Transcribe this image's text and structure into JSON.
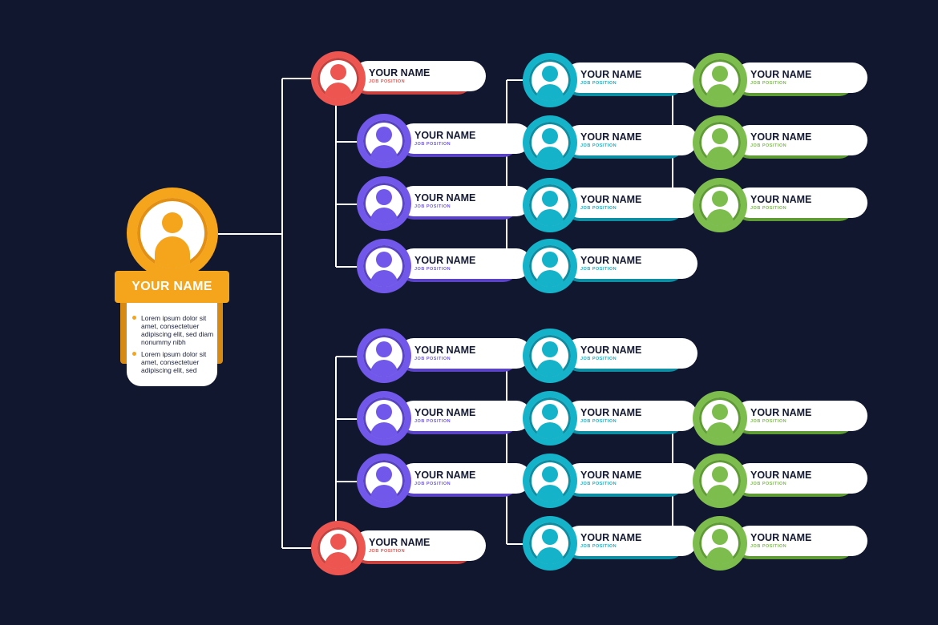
{
  "colors": {
    "background": "#11172f",
    "connector": "#ffffff",
    "root": "#f4a51c",
    "red": "#ec5550",
    "purple": "#7158ea",
    "teal": "#14b3c9",
    "green": "#7dbd4d"
  },
  "root": {
    "name": "YOUR NAME",
    "bullets": [
      "Lorem ipsum dolor sit amet, consectetuer adipiscing elit, sed diam nonummy nibh",
      "Lorem ipsum dolor sit amet, consectetuer adipiscing elit, sed"
    ],
    "icon": "person-icon"
  },
  "nodes": [
    {
      "name": "YOUR NAME",
      "position": "JOB POSITION",
      "color": "red"
    },
    {
      "name": "YOUR NAME",
      "position": "JOB POSITION",
      "color": "red"
    },
    {
      "name": "YOUR NAME",
      "position": "JOB POSITION",
      "color": "purple"
    },
    {
      "name": "YOUR NAME",
      "position": "JOB POSITION",
      "color": "purple"
    },
    {
      "name": "YOUR NAME",
      "position": "JOB POSITION",
      "color": "purple"
    },
    {
      "name": "YOUR NAME",
      "position": "JOB POSITION",
      "color": "purple"
    },
    {
      "name": "YOUR NAME",
      "position": "JOB POSITION",
      "color": "purple"
    },
    {
      "name": "YOUR NAME",
      "position": "JOB POSITION",
      "color": "purple"
    },
    {
      "name": "YOUR NAME",
      "position": "JOB POSITION",
      "color": "teal"
    },
    {
      "name": "YOUR NAME",
      "position": "JOB POSITION",
      "color": "teal"
    },
    {
      "name": "YOUR NAME",
      "position": "JOB POSITION",
      "color": "teal"
    },
    {
      "name": "YOUR NAME",
      "position": "JOB POSITION",
      "color": "teal"
    },
    {
      "name": "YOUR NAME",
      "position": "JOB POSITION",
      "color": "teal"
    },
    {
      "name": "YOUR NAME",
      "position": "JOB POSITION",
      "color": "teal"
    },
    {
      "name": "YOUR NAME",
      "position": "JOB POSITION",
      "color": "teal"
    },
    {
      "name": "YOUR NAME",
      "position": "JOB POSITION",
      "color": "teal"
    },
    {
      "name": "YOUR NAME",
      "position": "JOB POSITION",
      "color": "green"
    },
    {
      "name": "YOUR NAME",
      "position": "JOB POSITION",
      "color": "green"
    },
    {
      "name": "YOUR NAME",
      "position": "JOB POSITION",
      "color": "green"
    },
    {
      "name": "YOUR NAME",
      "position": "JOB POSITION",
      "color": "green"
    },
    {
      "name": "YOUR NAME",
      "position": "JOB POSITION",
      "color": "green"
    },
    {
      "name": "YOUR NAME",
      "position": "JOB POSITION",
      "color": "green"
    }
  ]
}
